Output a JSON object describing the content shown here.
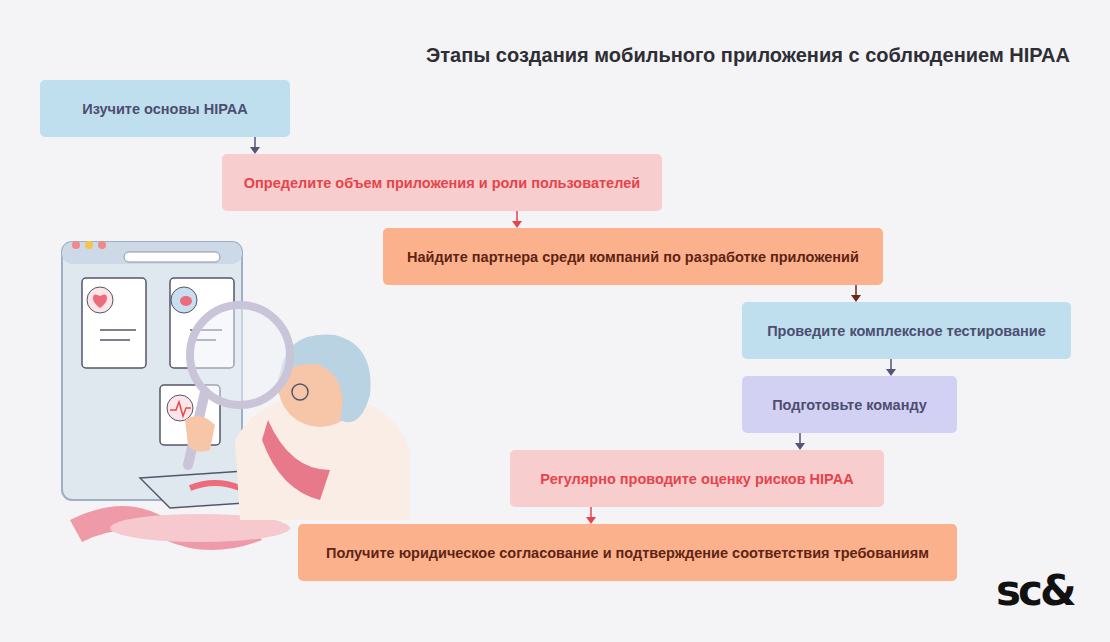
{
  "diagram": {
    "title": "Этапы создания мобильного приложения с соблюдением HIPAA",
    "nodes": [
      {
        "text": [
          "Изучите основы HIPAA"
        ]
      },
      {
        "text": [
          "Определите объем приложения и роли пользователей"
        ]
      },
      {
        "text": [
          "Найдите партнера среди компаний по разработке приложений"
        ]
      },
      {
        "text": [
          "Проведите комплексное тестирование"
        ]
      },
      {
        "text": [
          "Подготовьте команду"
        ]
      },
      {
        "text": [
          "Регулярно проводите оценку рисков HIPAA"
        ]
      },
      {
        "text": [
          "Получите юридическое согласование и подтверждение соответствия требованиям"
        ]
      }
    ],
    "edges": [
      {
        "from": 0,
        "to": 1,
        "arrow": "to"
      },
      {
        "from": 1,
        "to": 2,
        "arrow": "to"
      },
      {
        "from": 2,
        "to": 3,
        "arrow": "to"
      },
      {
        "from": 3,
        "to": 4,
        "arrow": "to"
      },
      {
        "from": 4,
        "to": 5,
        "arrow": "to"
      },
      {
        "from": 5,
        "to": 6,
        "arrow": "to"
      }
    ],
    "labels": [
      "sc&"
    ]
  }
}
